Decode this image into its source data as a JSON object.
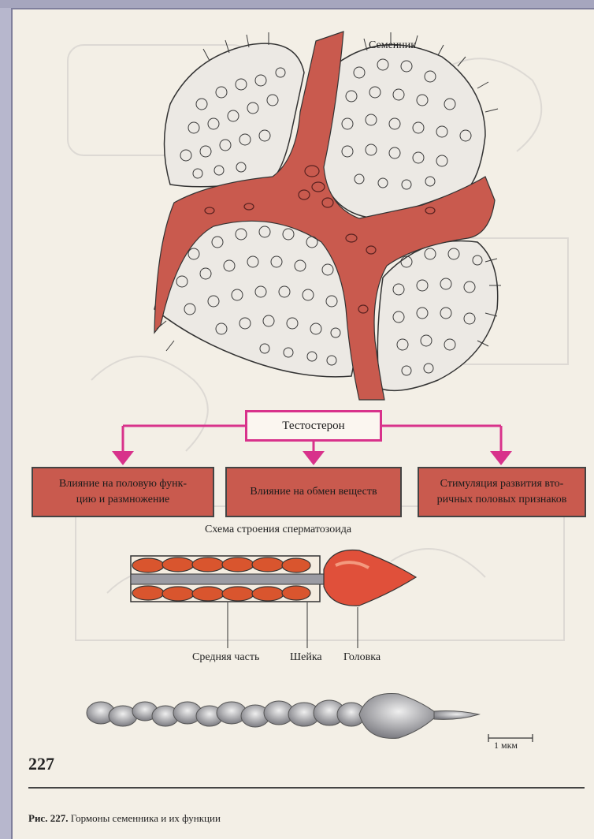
{
  "testis_label": "Семенник",
  "hormone": "Тестостерон",
  "effects": [
    {
      "line1": "Влияние на половую функ-",
      "line2": "цию и размножение"
    },
    {
      "line1": "Влияние на обмен веществ",
      "line2": ""
    },
    {
      "line1": "Стимуляция развития вто-",
      "line2": "ричных половых признаков"
    }
  ],
  "sperm_scheme": {
    "title": "Схема строения сперматозоида",
    "parts": [
      "Средняя часть",
      "Шейка",
      "Головка"
    ]
  },
  "scale_bar": "1 мкм",
  "page_number": "227",
  "caption": {
    "label": "Рис. 227.",
    "text": "Гормоны семенника и их функции"
  },
  "colors": {
    "interstitial": "#c95a4e",
    "arrows": "#d8328b",
    "mitochondria": "#d9552e",
    "head": "#e0503a",
    "page": "#f3efe6"
  }
}
